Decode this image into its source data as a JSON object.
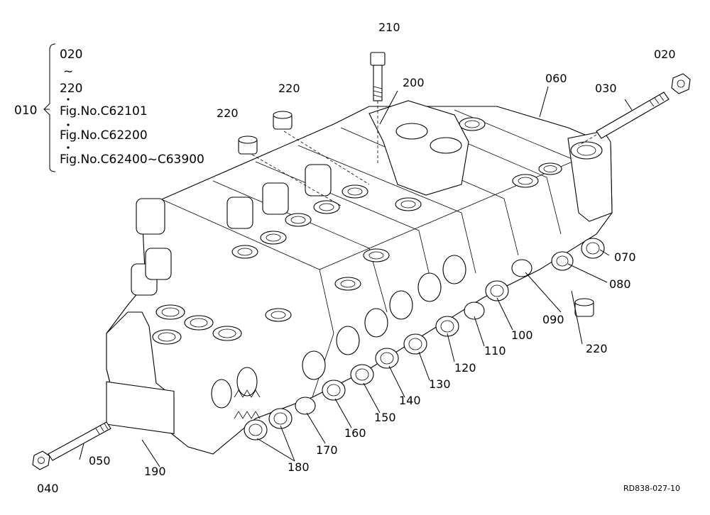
{
  "legend": {
    "group_label": "010",
    "lines": [
      "020",
      "~",
      "220",
      "Fig.No.C62101",
      "Fig.No.C62200",
      "Fig.No.C62400~C63900"
    ]
  },
  "callouts": {
    "c210": "210",
    "c220a": "220",
    "c220b": "220",
    "c200": "200",
    "c060": "060",
    "c030": "030",
    "c020": "020",
    "c070": "070",
    "c080": "080",
    "c090": "090",
    "c220c": "220",
    "c100": "100",
    "c110": "110",
    "c120": "120",
    "c130": "130",
    "c140": "140",
    "c150": "150",
    "c160": "160",
    "c170": "170",
    "c180": "180",
    "c190": "190",
    "c050": "050",
    "c040": "040"
  },
  "reference_code": "RD838-027-10"
}
